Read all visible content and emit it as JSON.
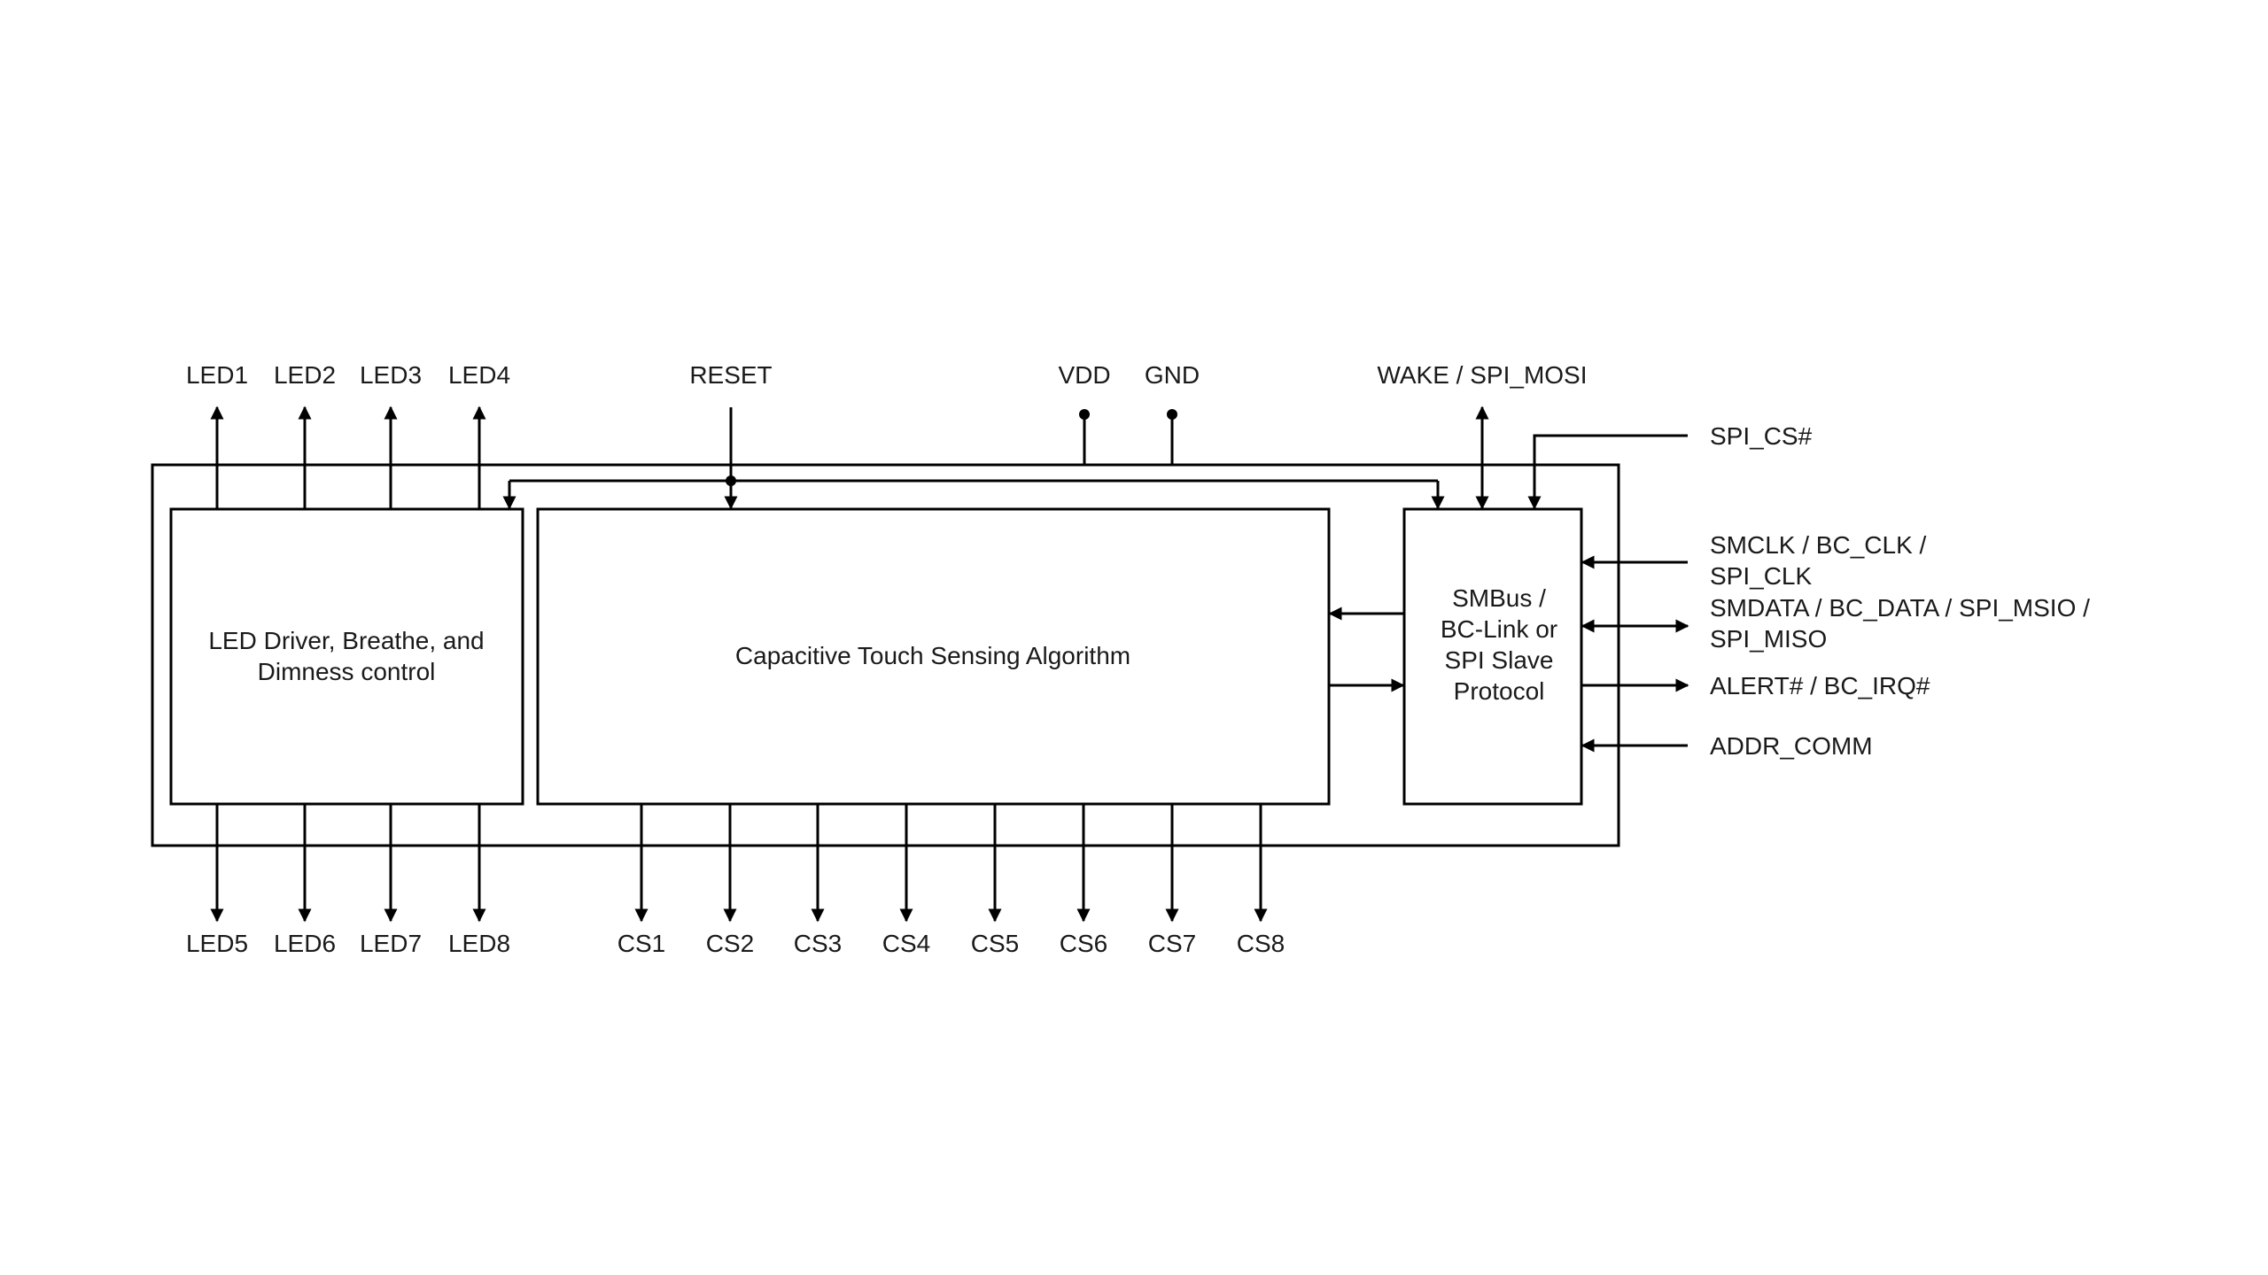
{
  "blocks": {
    "led_driver": [
      "LED Driver, Breathe, and",
      "Dimness control"
    ],
    "touch": "Capacitive Touch Sensing Algorithm",
    "protocol": [
      "SMBus /",
      "BC-Link  or",
      "SPI Slave",
      "Protocol"
    ]
  },
  "pins": {
    "top_led": [
      "LED1",
      "LED2",
      "LED3",
      "LED4"
    ],
    "reset": "RESET",
    "vdd": "VDD",
    "gnd": "GND",
    "wake": "WAKE / SPI_MOSI",
    "spi_cs": "SPI_CS#",
    "smclk": [
      "SMCLK / BC_CLK /",
      "SPI_CLK"
    ],
    "smdata": [
      "SMDATA / BC_DATA  / SPI_MSIO /",
      "SPI_MISO"
    ],
    "alert": "ALERT# / BC_IRQ#",
    "addr": "ADDR_COMM",
    "bottom_led": [
      "LED5",
      "LED6",
      "LED7",
      "LED8"
    ],
    "cs": [
      "CS1",
      "CS2",
      "CS3",
      "CS4",
      "CS5",
      "CS6",
      "CS7",
      "CS8"
    ]
  }
}
